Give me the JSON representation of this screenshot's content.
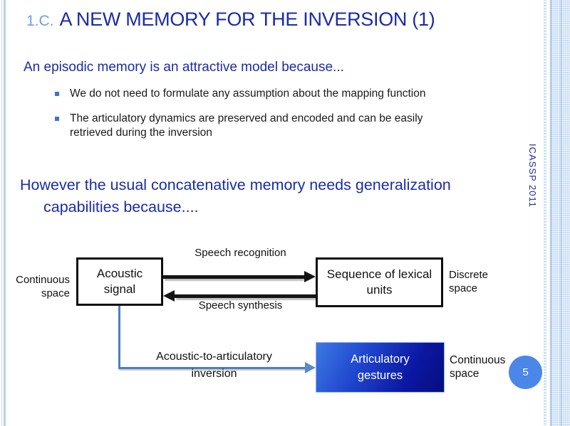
{
  "slide": {
    "title_prefix": "1.C.",
    "title_text": "A NEW MEMORY FOR THE INVERSION (1)",
    "intro": "An episodic memory is an attractive model because...",
    "bullets": [
      "We do not need to formulate any assumption about the mapping function",
      "The articulatory dynamics are preserved and encoded and can be easily retrieved during the inversion"
    ],
    "however_lines": [
      "However the usual concatenative memory needs generalization",
      "capabilities because...."
    ],
    "side_label": "ICASSP 2011",
    "page_number": "5"
  },
  "diagram": {
    "continuous_space_left": "Continuous space",
    "acoustic_box": "Acoustic signal",
    "speech_recognition": "Speech recognition",
    "speech_synthesis": "Speech synthesis",
    "sequence_box": "Sequence of lexical units",
    "discrete_space": "Discrete space",
    "inversion_label": "Acoustic-to-articulatory inversion",
    "articulatory_box": "Articulatory gestures",
    "continuous_space_right": "Continuous space"
  },
  "colors": {
    "title_accent": "#6f9ee8",
    "heading_blue": "#1b2ba6",
    "bullet_square": "#4472c4",
    "connector_blue": "#4d7fc0",
    "badge_blue": "#4a87e8",
    "gesture_gradient_start": "#3d79e4",
    "gesture_gradient_end": "#050e7e",
    "border_light_blue": "#b9cfed"
  }
}
